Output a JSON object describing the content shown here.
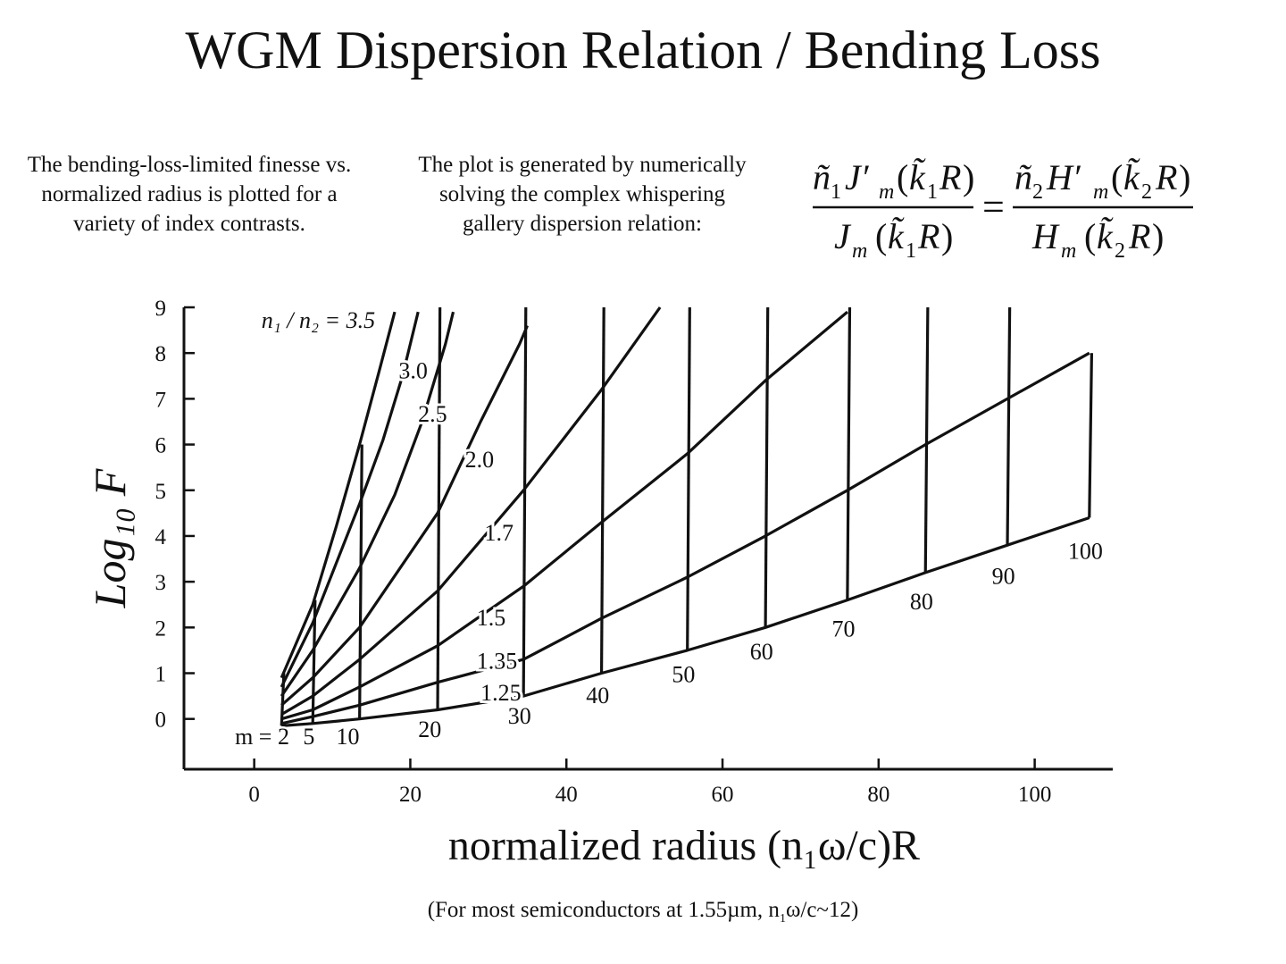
{
  "slide": {
    "title": "WGM Dispersion Relation / Bending Loss",
    "left_text": "The bending-loss-limited finesse vs. normalized radius is plotted for a variety of index contrasts.",
    "mid_text": "The plot is generated by numerically solving the complex whispering gallery dispersion relation:",
    "footnote_a": "(For most semiconductors at 1.55µm, n",
    "footnote_sub": "1",
    "footnote_b": "ω/c~12)"
  },
  "chart_data": {
    "type": "line",
    "xlabel": "normalized radius (n₁ω/c)R",
    "ylabel": "Log₁₀ F",
    "xlim": [
      -9,
      110
    ],
    "ylim": [
      -1.1,
      9
    ],
    "xticks": [
      0,
      20,
      40,
      60,
      80,
      100
    ],
    "yticks": [
      0,
      1,
      2,
      3,
      4,
      5,
      6,
      7,
      8,
      9
    ],
    "grid": false,
    "ratio_prefix": "n₁ / n₂ = ",
    "m_prefix": "m = ",
    "series": [
      {
        "name": "3.5",
        "points": [
          [
            3.5,
            0.9
          ],
          [
            7.5,
            2.5
          ],
          [
            10.5,
            4.2
          ],
          [
            13.5,
            6.0
          ],
          [
            16,
            7.6
          ],
          [
            18,
            8.9
          ]
        ]
      },
      {
        "name": "3.0",
        "points": [
          [
            3.5,
            0.7
          ],
          [
            7.5,
            2.1
          ],
          [
            10.5,
            3.4
          ],
          [
            13.5,
            4.7
          ],
          [
            16.5,
            6.1
          ],
          [
            19,
            7.5
          ],
          [
            21,
            8.9
          ]
        ]
      },
      {
        "name": "2.5",
        "points": [
          [
            3.5,
            0.5
          ],
          [
            7.5,
            1.5
          ],
          [
            13.5,
            3.3
          ],
          [
            18,
            4.9
          ],
          [
            21.5,
            6.5
          ],
          [
            24.5,
            8.2
          ],
          [
            25.5,
            8.9
          ]
        ]
      },
      {
        "name": "2.0",
        "points": [
          [
            3.5,
            0.3
          ],
          [
            7.5,
            0.9
          ],
          [
            13.5,
            2.0
          ],
          [
            23.5,
            4.5
          ],
          [
            29,
            6.5
          ],
          [
            34,
            8.2
          ],
          [
            35,
            8.6
          ]
        ]
      },
      {
        "name": "1.7",
        "points": [
          [
            3.5,
            0.1
          ],
          [
            7.5,
            0.5
          ],
          [
            13.5,
            1.3
          ],
          [
            23.5,
            2.8
          ],
          [
            34.5,
            5.0
          ],
          [
            44.5,
            7.2
          ],
          [
            52,
            9.0
          ]
        ]
      },
      {
        "name": "1.5",
        "points": [
          [
            3.5,
            0.0
          ],
          [
            7.5,
            0.2
          ],
          [
            13.5,
            0.7
          ],
          [
            23.5,
            1.6
          ],
          [
            34.5,
            2.9
          ],
          [
            44.5,
            4.3
          ],
          [
            55.5,
            5.8
          ],
          [
            65.5,
            7.4
          ],
          [
            76,
            8.9
          ]
        ]
      },
      {
        "name": "1.35",
        "points": [
          [
            3.5,
            -0.1
          ],
          [
            7.5,
            0.05
          ],
          [
            13.5,
            0.3
          ],
          [
            23.5,
            0.8
          ],
          [
            34.5,
            1.3
          ],
          [
            44.5,
            2.2
          ],
          [
            55.5,
            3.1
          ],
          [
            65.5,
            4.0
          ],
          [
            76,
            5.0
          ],
          [
            86,
            6.0
          ],
          [
            96.5,
            7.0
          ],
          [
            107,
            8.0
          ]
        ]
      },
      {
        "name": "1.25",
        "points": [
          [
            3.5,
            -0.15
          ],
          [
            7.5,
            -0.1
          ],
          [
            13.5,
            0.0
          ],
          [
            23.5,
            0.2
          ],
          [
            34.5,
            0.5
          ],
          [
            44.5,
            1.0
          ],
          [
            55.5,
            1.5
          ],
          [
            65.5,
            2.0
          ],
          [
            76,
            2.6
          ],
          [
            86,
            3.2
          ],
          [
            96.5,
            3.8
          ],
          [
            107,
            4.4
          ]
        ]
      }
    ],
    "mode_lines": [
      {
        "m": "2",
        "x": 3.5,
        "y_top": 1.0,
        "label_x": 4.5,
        "label_y": -0.55
      },
      {
        "m": "5",
        "x": 7.5,
        "y_top": 2.6,
        "label_x": 7.0,
        "label_y": -0.55
      },
      {
        "m": "10",
        "x": 13.5,
        "y_top": 6.0,
        "label_x": 12.0,
        "label_y": -0.55
      },
      {
        "m": "20",
        "x": 23.5,
        "y_top": 9.0,
        "label_x": 22.5,
        "label_y": -0.4
      },
      {
        "m": "30",
        "x": 34.5,
        "y_top": 9.0,
        "label_x": 34.0,
        "label_y": -0.1
      },
      {
        "m": "40",
        "x": 44.5,
        "y_top": 9.0,
        "label_x": 44.0,
        "label_y": 0.35
      },
      {
        "m": "50",
        "x": 55.5,
        "y_top": 9.0,
        "label_x": 55.0,
        "label_y": 0.8
      },
      {
        "m": "60",
        "x": 65.5,
        "y_top": 9.0,
        "label_x": 65.0,
        "label_y": 1.3
      },
      {
        "m": "70",
        "x": 76,
        "y_top": 9.0,
        "label_x": 75.5,
        "label_y": 1.8
      },
      {
        "m": "80",
        "x": 86,
        "y_top": 9.0,
        "label_x": 85.5,
        "label_y": 2.4
      },
      {
        "m": "90",
        "x": 96.5,
        "y_top": 9.0,
        "label_x": 96,
        "label_y": 2.95
      },
      {
        "m": "100",
        "x": 107,
        "y_top": 8.0,
        "label_x": 106.5,
        "label_y": 3.5
      }
    ],
    "ratio_labels": [
      {
        "text": "3.5",
        "x": 15.5,
        "y": 8.55
      },
      {
        "text": "3.0",
        "x": 18.5,
        "y": 7.45
      },
      {
        "text": "2.5",
        "x": 21,
        "y": 6.5
      },
      {
        "text": "2.0",
        "x": 27,
        "y": 5.5
      },
      {
        "text": "1.7",
        "x": 29.5,
        "y": 3.9
      },
      {
        "text": "1.5",
        "x": 28.5,
        "y": 2.05
      },
      {
        "text": "1.35",
        "x": 28.5,
        "y": 1.1
      },
      {
        "text": "1.25",
        "x": 29,
        "y": 0.4
      }
    ]
  }
}
